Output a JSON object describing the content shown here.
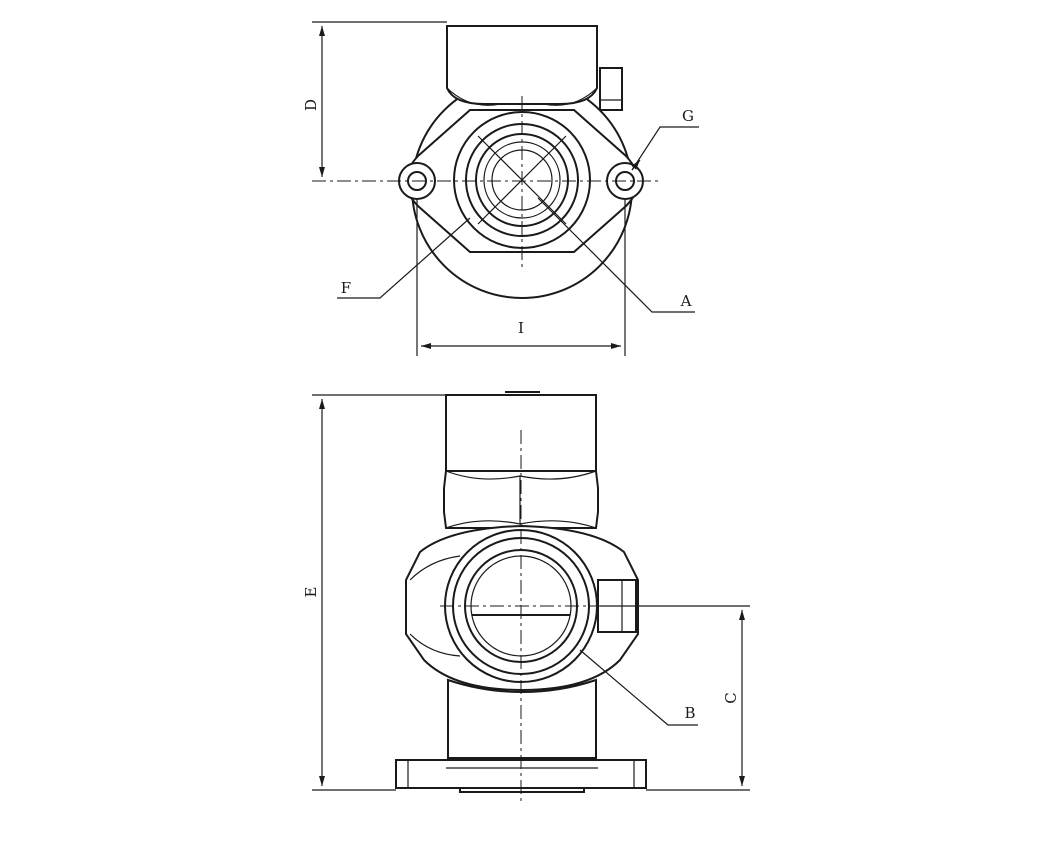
{
  "labels": {
    "A": "A",
    "B": "B",
    "C": "C",
    "D": "D",
    "E": "E",
    "F": "F",
    "G": "G",
    "I": "I"
  }
}
